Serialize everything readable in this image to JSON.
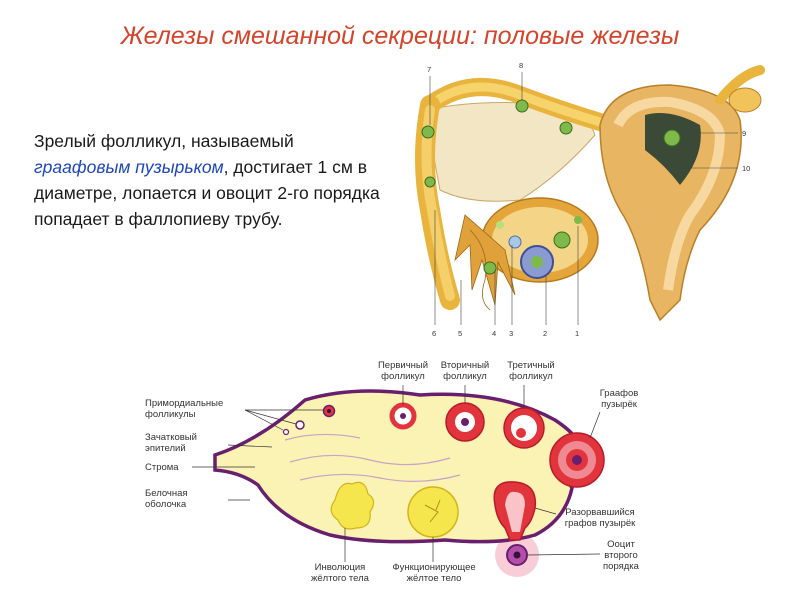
{
  "slide": {
    "title": "Железы смешанной секреции: половые железы",
    "text": {
      "part1": "Зрелый фолликул, называемый ",
      "highlight": "граафовым пузырьком",
      "part2": ", достигает 1 см в диаметре, лопается и овоцит 2-го порядка попадает в фаллопиеву трубу."
    }
  },
  "anatomy_figure": {
    "numbers": [
      "7",
      "8",
      "9",
      "10",
      "6",
      "5",
      "4",
      "3",
      "2",
      "1"
    ]
  },
  "ovary_diagram": {
    "labels": {
      "primordial_1": "Примордиальные",
      "primordial_2": "фолликулы",
      "germinal_1": "Зачатковый",
      "germinal_2": "эпителий",
      "stroma": "Строма",
      "albuginea_1": "Белочная",
      "albuginea_2": "оболочка",
      "primary_1": "Первичный",
      "primary_2": "фолликул",
      "secondary_1": "Вторичный",
      "secondary_2": "фолликул",
      "tertiary_1": "Третичный",
      "tertiary_2": "фолликул",
      "graaf_1": "Граафов",
      "graaf_2": "пузырёк",
      "ruptured_1": "Разорвавшийся",
      "ruptured_2": "графов пузырёк",
      "oocyte_1": "Ооцит",
      "oocyte_2": "второго",
      "oocyte_3": "порядка",
      "involution_1": "Инволюция",
      "involution_2": "жёлтого тела",
      "functioning_1": "Функционирующее",
      "functioning_2": "жёлтое тело"
    }
  },
  "colors": {
    "title": "#d4432a",
    "highlight": "#1d47b8",
    "ovary_fill": "#fbf3b4",
    "ovary_outline": "#6a1f6e",
    "follicle_red": "#e2343c",
    "corpus_luteum": "#f6e64e"
  }
}
